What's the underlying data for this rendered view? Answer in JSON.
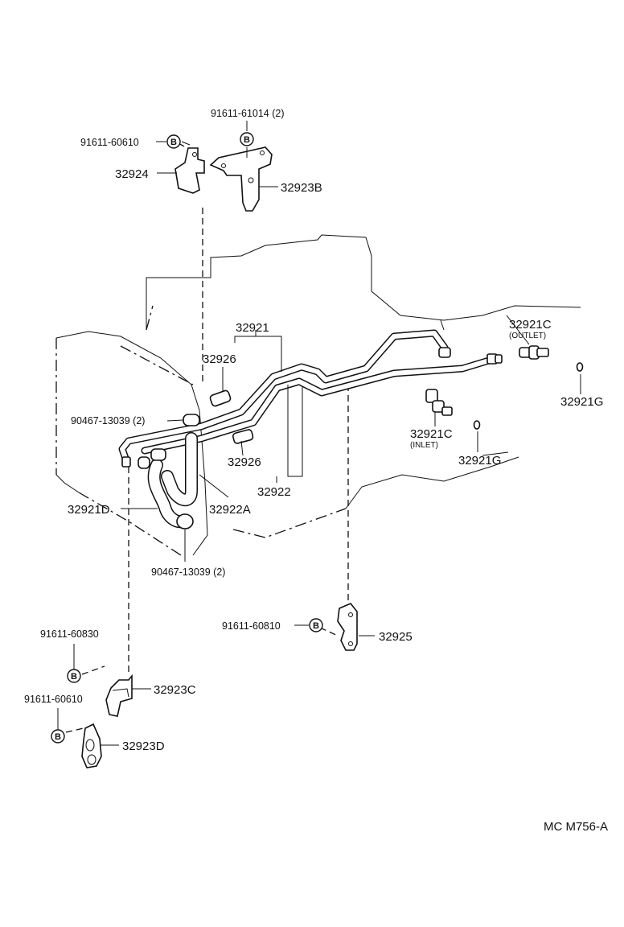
{
  "labels": {
    "p_91611_61014": "91611-61014 (2)",
    "p_91611_60610_top": "91611-60610",
    "p_32924": "32924",
    "p_32923B": "32923B",
    "p_32921": "32921",
    "p_32926_a": "32926",
    "p_32921C_outlet": "32921C",
    "outlet_note": "(OUTLET)",
    "p_32921G_a": "32921G",
    "p_90467_13039_a": "90467-13039 (2)",
    "p_32921C_inlet": "32921C",
    "inlet_note": "(INLET)",
    "p_32921G_b": "32921G",
    "p_32926_b": "32926",
    "p_32922": "32922",
    "p_32921D": "32921D",
    "p_32922A": "32922A",
    "p_90467_13039_b": "90467-13039 (2)",
    "p_91611_60810": "91611-60810",
    "p_32925": "32925",
    "p_91611_60830": "91611-60830",
    "p_32923C": "32923C",
    "p_91611_60610_bottom": "91611-60610",
    "p_32923D": "32923D",
    "bolt_mark": "B"
  },
  "diagram_code": "MC M756-A"
}
